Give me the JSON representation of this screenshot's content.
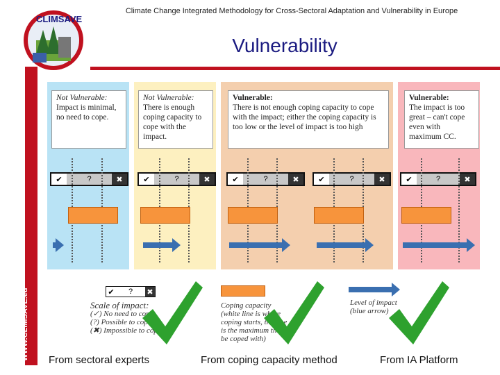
{
  "header": {
    "subtitle": "Climate Change Integrated Methodology for Cross-Sectoral Adaptation and Vulnerability in Europe",
    "title": "Vulnerability",
    "logo_text": "CLIMSAVE",
    "side_url": "WWW.CLIMSAVE.eu"
  },
  "columns": [
    {
      "heading": "Not Vulnerable:",
      "text": "Impact is minimal, no need to cope.",
      "color": "#b9e3f5"
    },
    {
      "heading": "Not Vulnerable:",
      "text": "There is enough coping capacity to cope with the impact.",
      "color": "#fdf0c0"
    },
    {
      "heading": "Vulnerable:",
      "text": "There is not enough coping capacity to cope with the impact; either the coping capacity is too low or the level of impact is too high",
      "color": "#f4cfae"
    },
    {
      "heading": "Vulnerable:",
      "text": "The impact is too great – can't cope even with maximum CC.",
      "color": "#f9b7bc"
    }
  ],
  "scale_symbols": {
    "left": "✔",
    "mid": "?",
    "right": "✖"
  },
  "legend": {
    "scale_title": "Scale of impact:",
    "scale_lines": [
      "(✓) No need to cope",
      "(?) Possible to cope",
      "(✖) Impossible to cope"
    ],
    "coping_title": "Coping capacity",
    "coping_lines": [
      "(white line is where",
      "coping starts, the line",
      "is the maximum that can",
      "be coped with)"
    ],
    "impact_title": "Level of impact",
    "impact_lines": [
      "(blue arrow)"
    ]
  },
  "footer": {
    "left": "From sectoral experts",
    "middle": "From coping capacity method",
    "right": "From IA Platform"
  },
  "colors": {
    "accent_red": "#c0111f",
    "title_blue": "#1a1a80",
    "check_green": "#2ea12e",
    "arrow_blue": "#3a6fb0",
    "orange": "#f7943c"
  }
}
